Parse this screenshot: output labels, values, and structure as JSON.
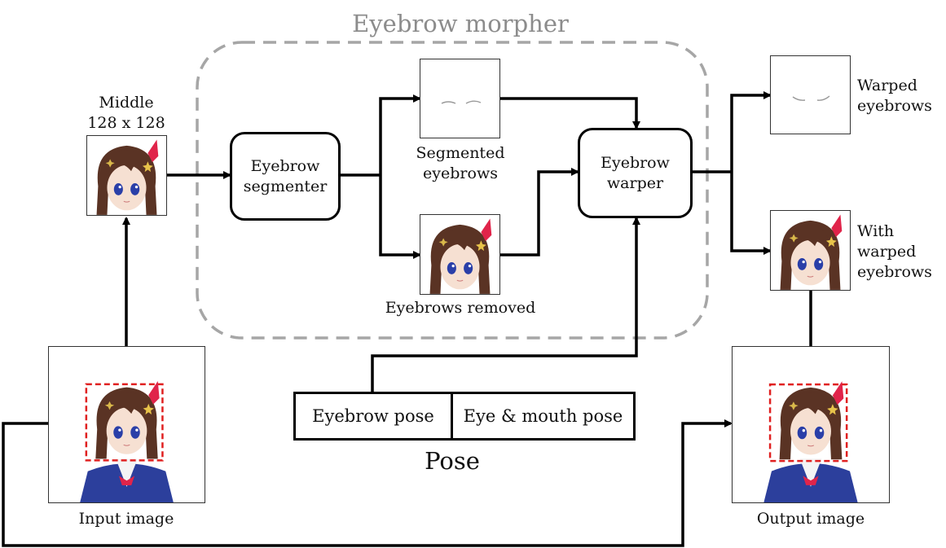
{
  "group": {
    "title": "Eyebrow morpher"
  },
  "nodes": {
    "segmenter": {
      "line1": "Eyebrow",
      "line2": "segmenter"
    },
    "warper": {
      "line1": "Eyebrow",
      "line2": "warper"
    }
  },
  "labels": {
    "middle_line1": "Middle",
    "middle_line2": "128 x 128",
    "segmented_line1": "Segmented",
    "segmented_line2": "eyebrows",
    "removed": "Eyebrows removed",
    "warped_line1": "Warped",
    "warped_line2": "eyebrows",
    "with_line1": "With",
    "with_line2": "warped",
    "with_line3": "eyebrows",
    "input": "Input image",
    "output": "Output image"
  },
  "pose": {
    "cells": [
      "Eyebrow pose",
      "Eye & mouth pose"
    ],
    "title": "Pose"
  },
  "colors": {
    "arrow": "#000000",
    "group_border": "#a6a6a6",
    "group_title": "#8c8c8c",
    "crop_box": "#e02020",
    "hair": "#5a3324",
    "skin": "#f6e0d2",
    "eye": "#2a3fa8",
    "hair_clip": "#e0244a",
    "jacket": "#2c3f9c"
  },
  "icons": {
    "portrait": "anime-girl-portrait-icon",
    "eyebrows": "eyebrow-strokes-icon"
  }
}
